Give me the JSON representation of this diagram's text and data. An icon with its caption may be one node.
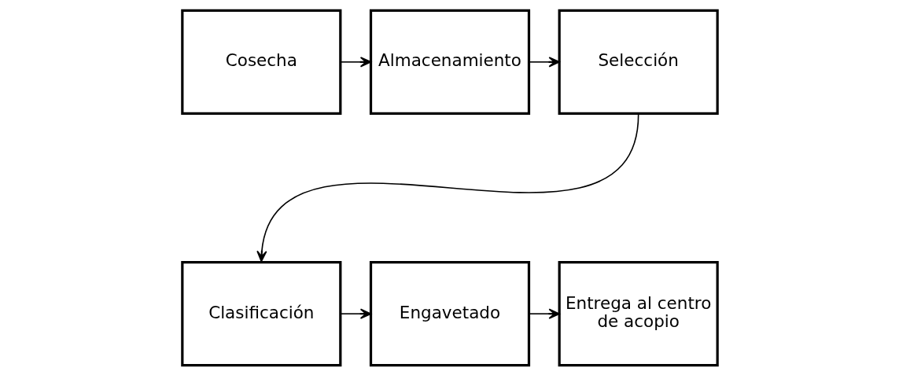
{
  "diagram": {
    "nodes": [
      {
        "text": [
          "Cosecha"
        ]
      },
      {
        "text": [
          "Almacenamiento"
        ]
      },
      {
        "text": [
          "Selección"
        ]
      },
      {
        "text": [
          "Clasificación"
        ]
      },
      {
        "text": [
          "Engavetado"
        ]
      },
      {
        "text": [
          "Entrega al centro de acopio"
        ]
      }
    ],
    "edges": [
      {
        "from": 0,
        "to": 1,
        "arrow": "to"
      },
      {
        "from": 1,
        "to": 2,
        "arrow": "to"
      },
      {
        "from": 2,
        "to": 3,
        "arrow": "to"
      },
      {
        "from": 3,
        "to": 4,
        "arrow": "to"
      },
      {
        "from": 4,
        "to": 5,
        "arrow": "to"
      }
    ]
  }
}
